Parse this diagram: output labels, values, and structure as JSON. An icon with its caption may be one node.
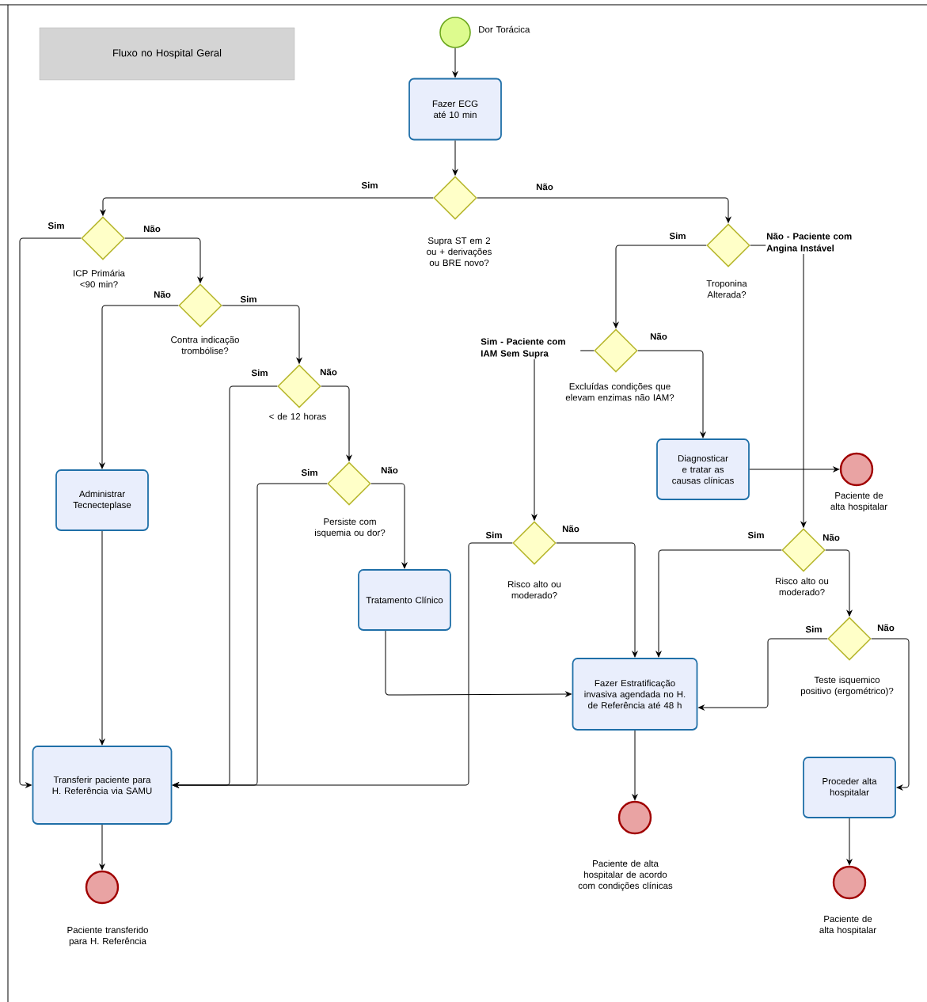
{
  "diagram": {
    "nodes": [
      {
        "text": [
          "Fluxo no Hospital Geral"
        ]
      },
      {
        "text": [],
        "shape": "circle",
        "beside": [
          "Dor Torácica"
        ]
      },
      {
        "text": [
          "Fazer ECG até 10 min"
        ]
      },
      {
        "text": [],
        "shape": "diamond",
        "beside": [
          "Supra ST em 2 ou + derivações ou BRE novo?"
        ]
      },
      {
        "text": [],
        "shape": "diamond",
        "beside": [
          "ICP Primária <90 min?"
        ]
      },
      {
        "text": [],
        "shape": "diamond",
        "beside": [
          "Contra indicação trombólise?"
        ]
      },
      {
        "text": [],
        "shape": "diamond",
        "beside": [
          "< de 12 horas"
        ]
      },
      {
        "text": [],
        "shape": "diamond",
        "beside": [
          "Persiste com isquemia ou dor?"
        ]
      },
      {
        "text": [
          "Administrar Tecnecteplase"
        ]
      },
      {
        "text": [
          "Tratamento Clínico"
        ]
      },
      {
        "text": [
          "Transferir paciente para H. Referência via SAMU"
        ]
      },
      {
        "text": [],
        "shape": "circle",
        "beside": [
          "Paciente transferido para H. Referência"
        ]
      },
      {
        "text": [],
        "shape": "diamond",
        "beside": [
          "Troponina Alterada?"
        ]
      },
      {
        "text": [],
        "shape": "diamond",
        "beside": [
          "Excluídas condições que elevam enzimas não IAM?"
        ]
      },
      {
        "text": [
          "Diagnosticar e tratar as causas clínicas"
        ]
      },
      {
        "text": [],
        "shape": "circle",
        "beside": [
          "Paciente de alta hospitalar"
        ]
      },
      {
        "text": [],
        "shape": "diamond",
        "beside": [
          "Risco alto ou moderado?"
        ]
      },
      {
        "text": [],
        "shape": "diamond",
        "beside": [
          "Risco alto ou moderado?"
        ]
      },
      {
        "text": [],
        "shape": "diamond",
        "beside": [
          "Teste isquemico positivo (ergométrico)?"
        ]
      },
      {
        "text": [
          "Fazer Estratificação invasiva agendada no H. de Referência até 48 h"
        ]
      },
      {
        "text": [],
        "shape": "circle",
        "beside": [
          "Paciente de alta hospitalar de acordo com condições clínicas"
        ]
      },
      {
        "text": [
          "Proceder alta hospitalar"
        ]
      },
      {
        "text": [],
        "shape": "circle",
        "beside": [
          "Paciente de alta hospitalar"
        ]
      }
    ],
    "edges": [
      {
        "from": 1,
        "to": 2,
        "arrow": "to"
      },
      {
        "from": 2,
        "to": 3,
        "arrow": "to"
      },
      {
        "from": 3,
        "to": 4,
        "arrow": "to",
        "label": "Sim"
      },
      {
        "from": 3,
        "to": 12,
        "arrow": "to",
        "label": "Não"
      },
      {
        "from": 4,
        "to": 10,
        "arrow": "to",
        "label": "Sim"
      },
      {
        "from": 4,
        "to": 5,
        "arrow": "to",
        "label": "Não"
      },
      {
        "from": 5,
        "to": 8,
        "arrow": "to",
        "label": "Não"
      },
      {
        "from": 5,
        "to": 6,
        "arrow": "to",
        "label": "Sim"
      },
      {
        "from": 6,
        "to": 10,
        "arrow": "to",
        "label": "Sim"
      },
      {
        "from": 6,
        "to": 7,
        "arrow": "to",
        "label": "Não"
      },
      {
        "from": 7,
        "to": 10,
        "arrow": "to",
        "label": "Sim"
      },
      {
        "from": 7,
        "to": 9,
        "arrow": "to",
        "label": "Não"
      },
      {
        "from": 8,
        "to": 10,
        "arrow": "to"
      },
      {
        "from": 9,
        "to": 19,
        "arrow": "to"
      },
      {
        "from": 10,
        "to": 11,
        "arrow": "to"
      },
      {
        "from": 12,
        "to": 13,
        "arrow": "to",
        "label": "Sim"
      },
      {
        "from": 12,
        "to": 17,
        "arrow": "to",
        "label": "Não - Paciente com Angina Instável"
      },
      {
        "from": 13,
        "to": 16,
        "arrow": "to",
        "label": "Sim - Paciente com IAM Sem Supra"
      },
      {
        "from": 13,
        "to": 14,
        "arrow": "to",
        "label": "Não"
      },
      {
        "from": 14,
        "to": 15,
        "arrow": "to"
      },
      {
        "from": 16,
        "to": 10,
        "arrow": "to",
        "label": "Sim"
      },
      {
        "from": 16,
        "to": 19,
        "arrow": "to",
        "label": "Não"
      },
      {
        "from": 17,
        "to": 19,
        "arrow": "to",
        "label": "Sim"
      },
      {
        "from": 17,
        "to": 18,
        "arrow": "to",
        "label": "Não"
      },
      {
        "from": 18,
        "to": 19,
        "arrow": "to",
        "label": "Sim"
      },
      {
        "from": 18,
        "to": 21,
        "arrow": "to",
        "label": "Não"
      },
      {
        "from": 19,
        "to": 20,
        "arrow": "to"
      },
      {
        "from": 21,
        "to": 22,
        "arrow": "to"
      }
    ]
  }
}
